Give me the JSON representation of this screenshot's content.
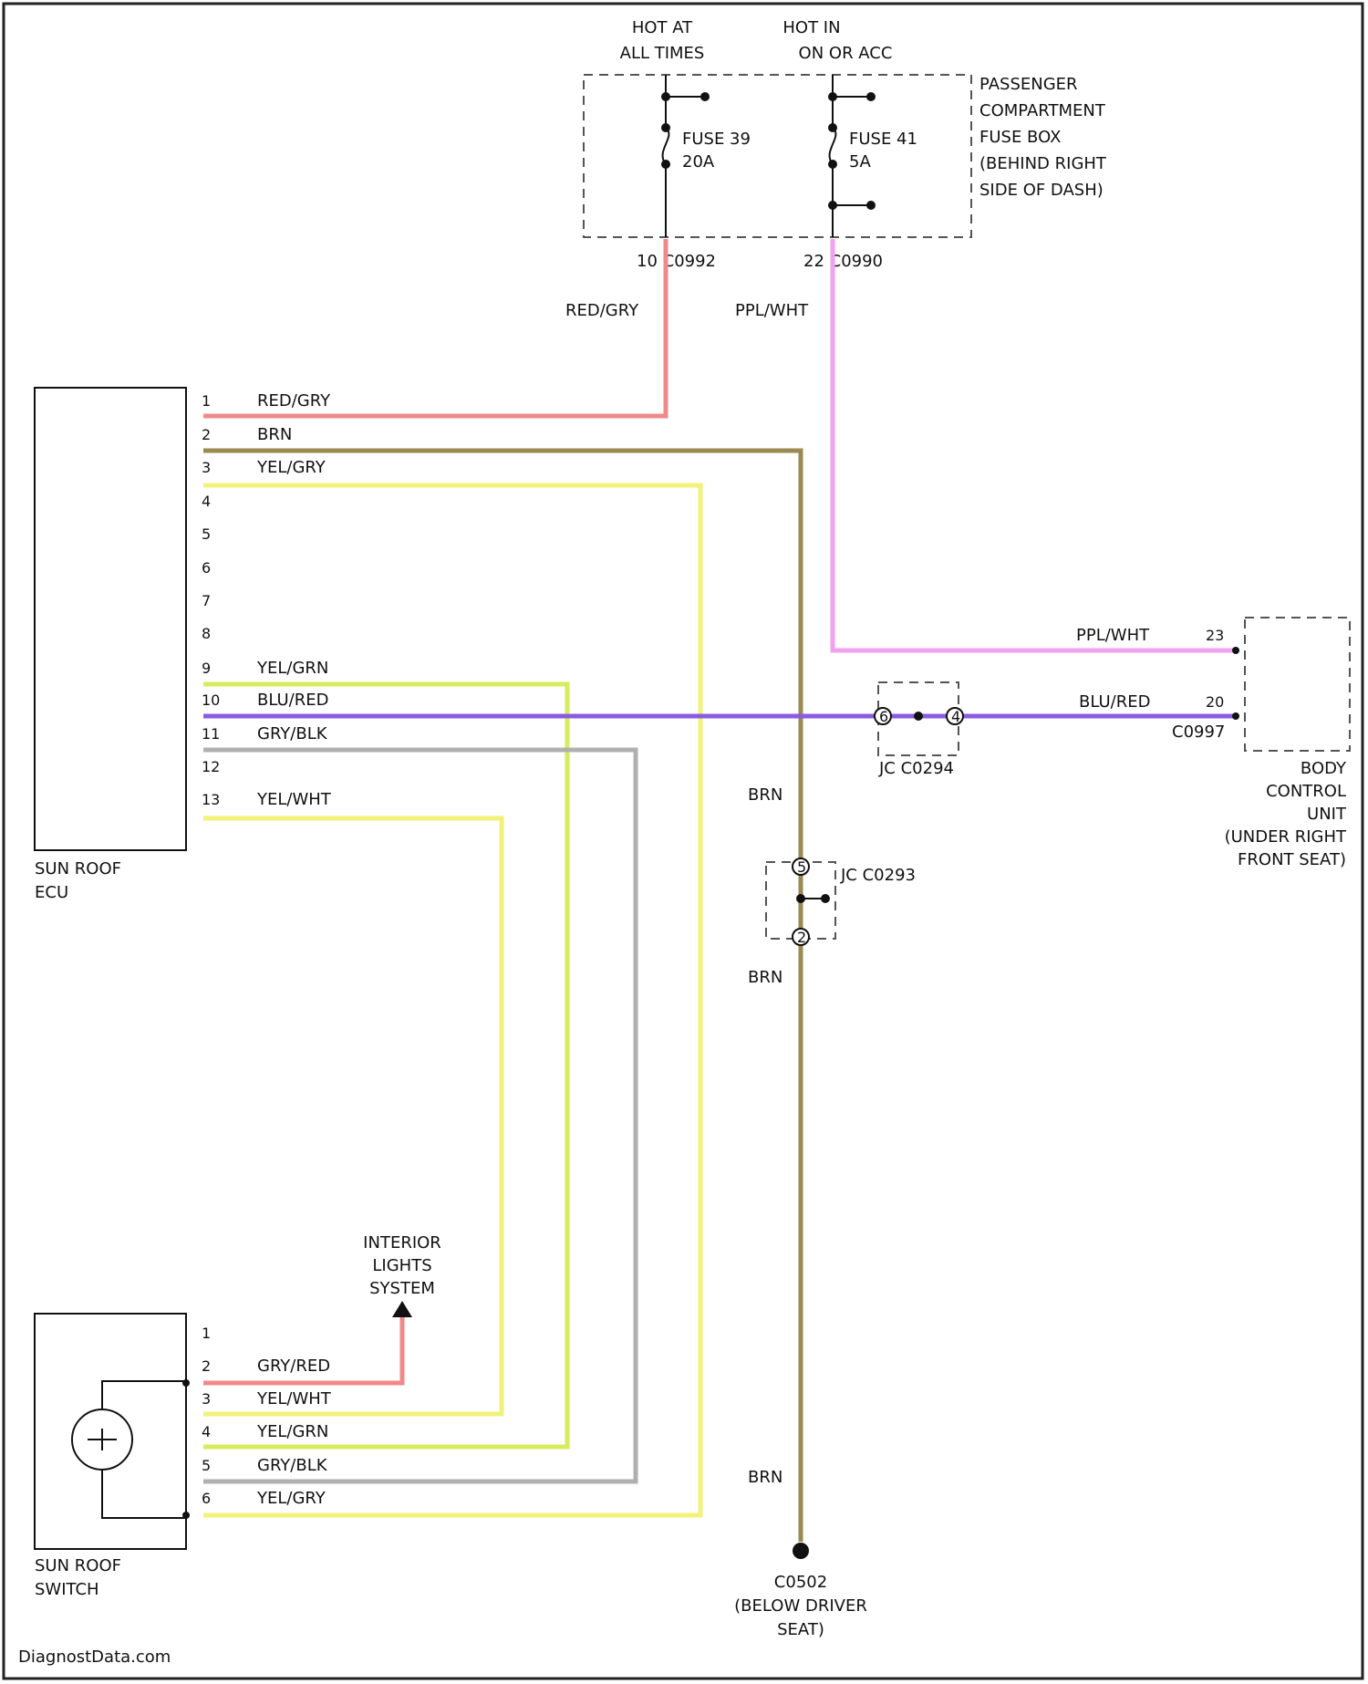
{
  "colors": {
    "red_gry": "#f08a8a",
    "brn": "#9a8a50",
    "yel": "#f2f27a",
    "yel_grn": "#d6ec5c",
    "blu_red": "#8a5ce0",
    "gry_blk": "#b0b0b0",
    "ppl_wht": "#f2a0f2",
    "gry_red": "#f08a8a"
  },
  "fuse_box": {
    "hot_at_line1": "HOT AT",
    "hot_at_line2": "ALL TIMES",
    "hot_in_line1": "HOT IN",
    "hot_in_line2": "ON OR ACC",
    "name_lines": [
      "PASSENGER",
      "COMPARTMENT",
      "FUSE BOX",
      "(BEHIND RIGHT",
      "SIDE OF DASH)"
    ],
    "fuse_a_line1": "FUSE 39",
    "fuse_a_line2": "20A",
    "fuse_b_line1": "FUSE 41",
    "fuse_b_line2": "5A",
    "conn_a": "10 C0992",
    "conn_b": "22 C0990"
  },
  "wires": {
    "red_gry": "RED/GRY",
    "brn": "BRN",
    "yel_gry": "YEL/GRY",
    "yel_grn": "YEL/GRN",
    "blu_red": "BLU/RED",
    "gry_blk": "GRY/BLK",
    "yel_wht": "YEL/WHT",
    "ppl_wht": "PPL/WHT",
    "gry_red": "GRY/RED"
  },
  "ecu": {
    "name_line1": "SUN ROOF",
    "name_line2": "ECU",
    "pins": [
      "1",
      "2",
      "3",
      "4",
      "5",
      "6",
      "7",
      "8",
      "9",
      "10",
      "11",
      "12",
      "13"
    ]
  },
  "switch": {
    "name_line1": "SUN ROOF",
    "name_line2": "SWITCH",
    "pins": [
      "1",
      "2",
      "3",
      "4",
      "5",
      "6"
    ]
  },
  "bcu": {
    "pin_ppl": "23",
    "pin_blu": "20",
    "conn": "C0997",
    "name_lines": [
      "BODY",
      "CONTROL",
      "UNIT",
      "(UNDER RIGHT",
      "FRONT SEAT)"
    ]
  },
  "joints": {
    "jc_a": "JC C0294",
    "jc_b": "JC C0293",
    "jc_a_pin_left": "6",
    "jc_a_pin_right": "4",
    "jc_b_pin_top": "5",
    "jc_b_pin_bottom": "2"
  },
  "interior": {
    "lines": [
      "INTERIOR",
      "LIGHTS",
      "SYSTEM"
    ]
  },
  "ground": {
    "lines": [
      "C0502",
      "(BELOW DRIVER",
      "SEAT)"
    ]
  },
  "footer": {
    "credit": "DiagnostData.com"
  }
}
